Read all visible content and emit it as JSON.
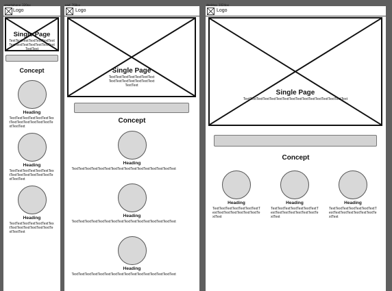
{
  "artboards": {
    "small": {
      "label": "smartphone_320px",
      "logo": "Logo",
      "title": "Single Page",
      "hero_text": "TextTextTextTextTextTextTextTextTextTextTextTextTextTextTextText",
      "concept": "Concept"
    },
    "medium": {
      "label": "pad_768px",
      "logo": "Logo",
      "title": "Single Page",
      "hero_text": "TextTextTextTextTextTextTextTextTextTextTextTextTextTextTextText",
      "concept": "Concept"
    },
    "large": {
      "label": "desktop_1024px",
      "logo": "Logo",
      "title": "Single Page",
      "hero_text": "TextTextTextTextTextTextTextTextTextTextTextTextTextTextTextText",
      "concept": "Concept"
    }
  },
  "feature": {
    "heading": "Heading",
    "text": "TextTextTextTextTextTextTextTextTextTextTextTextTextTextTextText"
  }
}
